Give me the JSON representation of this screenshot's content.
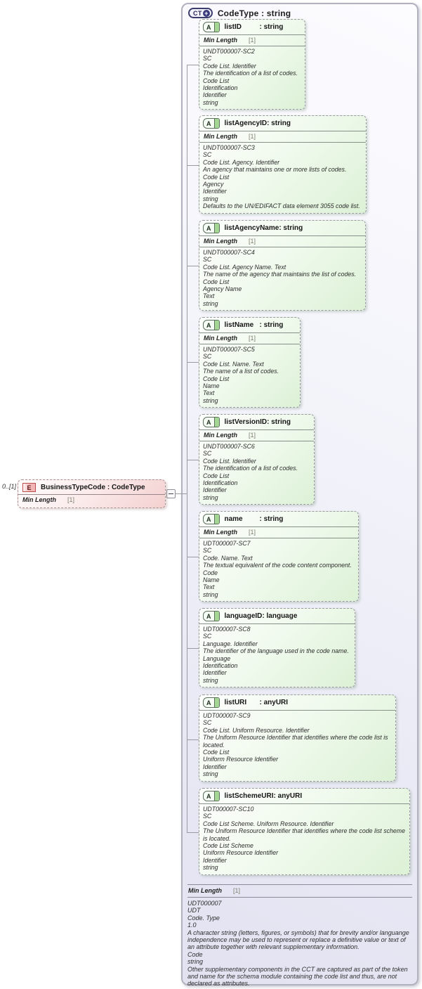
{
  "element": {
    "badge": "E",
    "title": "BusinessTypeCode : CodeType",
    "cardinality": "0..[1]",
    "facet_label": "Min Length",
    "facet_value": "[1]"
  },
  "container": {
    "badge": "CT",
    "badge_plus": "+",
    "title": "CodeType : string",
    "facet_label": "Min Length",
    "facet_value": "[1]",
    "doc": "UDT000007\nUDT\nCode. Type\n1.0\nA character string (letters, figures, or symbols) that for brevity and/or languange independence may be used to represent or replace a definitive value or text of an attribute together with relevant supplementary information.\nCode\nstring\nOther supplementary components in the CCT are captured as part of the token and name for the schema module containing the code list and thus, are not declared as attributes."
  },
  "attributes": [
    {
      "badge": "A",
      "name": "listID",
      "type": ": string",
      "facet_label": "Min Length",
      "facet_value": "[1]",
      "body": "UNDT000007-SC2\nSC\nCode List. Identifier\nThe identification of a list of codes.\nCode List\nIdentification\nIdentifier\nstring"
    },
    {
      "badge": "A",
      "name": "listAgencyID",
      "type": ": string",
      "facet_label": "Min Length",
      "facet_value": "[1]",
      "body": "UNDT000007-SC3\nSC\nCode List. Agency. Identifier\nAn agency that maintains one or more lists of codes.\nCode List\nAgency\nIdentifier\nstring\nDefaults to the UN/EDIFACT data element 3055 code list."
    },
    {
      "badge": "A",
      "name": "listAgencyName",
      "type": ": string",
      "facet_label": "Min Length",
      "facet_value": "[1]",
      "body": "UNDT000007-SC4\nSC\nCode List. Agency Name. Text\nThe name of the agency that maintains the list of codes.\nCode List\nAgency Name\nText\nstring"
    },
    {
      "badge": "A",
      "name": "listName",
      "type": ": string",
      "facet_label": "Min Length",
      "facet_value": "[1]",
      "body": "UNDT000007-SC5\nSC\nCode List. Name. Text\nThe name of a list of codes.\nCode List\nName\nText\nstring"
    },
    {
      "badge": "A",
      "name": "listVersionID",
      "type": ": string",
      "facet_label": "Min Length",
      "facet_value": "[1]",
      "body": "UNDT000007-SC6\nSC\nCode List. Identifier\nThe identification of a list of codes.\nCode List\nIdentification\nIdentifier\nstring"
    },
    {
      "badge": "A",
      "name": "name",
      "type": ": string",
      "facet_label": "Min Length",
      "facet_value": "[1]",
      "body": "UDT000007-SC7\nSC\nCode. Name. Text\nThe textual equivalent of the code content component.\nCode\nName\nText\nstring"
    },
    {
      "badge": "A",
      "name": "languageID",
      "type": ": language",
      "body": "UDT000007-SC8\nSC\nLanguage. Identifier\nThe identifier of the language used in the code name.\nLanguage\nIdentification\nIdentifier\nstring"
    },
    {
      "badge": "A",
      "name": "listURI",
      "type": ": anyURI",
      "body": "UDT000007-SC9\nSC\nCode List. Uniform Resource. Identifier\nThe Uniform Resource Identifier that identifies where the code list is located.\nCode List\nUniform Resource Identifier\nIdentifier\nstring"
    },
    {
      "badge": "A",
      "name": "listSchemeURI",
      "type": ": anyURI",
      "body": "UDT000007-SC10\nSC\nCode List Scheme. Uniform Resource. Identifier\nThe Uniform Resource Identifier that identifies where the code list scheme is located.\nCode List Scheme\nUniform Resource Identifier\nIdentifier\nstring"
    }
  ],
  "colors": {
    "attribute_fill": "#dcf1d6",
    "element_fill": "#f4d0d0",
    "container_fill": "#e2e2f1",
    "connector": "#9a9aa0",
    "badge_a_fill": "#a4d794",
    "badge_e_border": "#bb4d4d",
    "badge_ct_border": "#3c3c6e"
  }
}
